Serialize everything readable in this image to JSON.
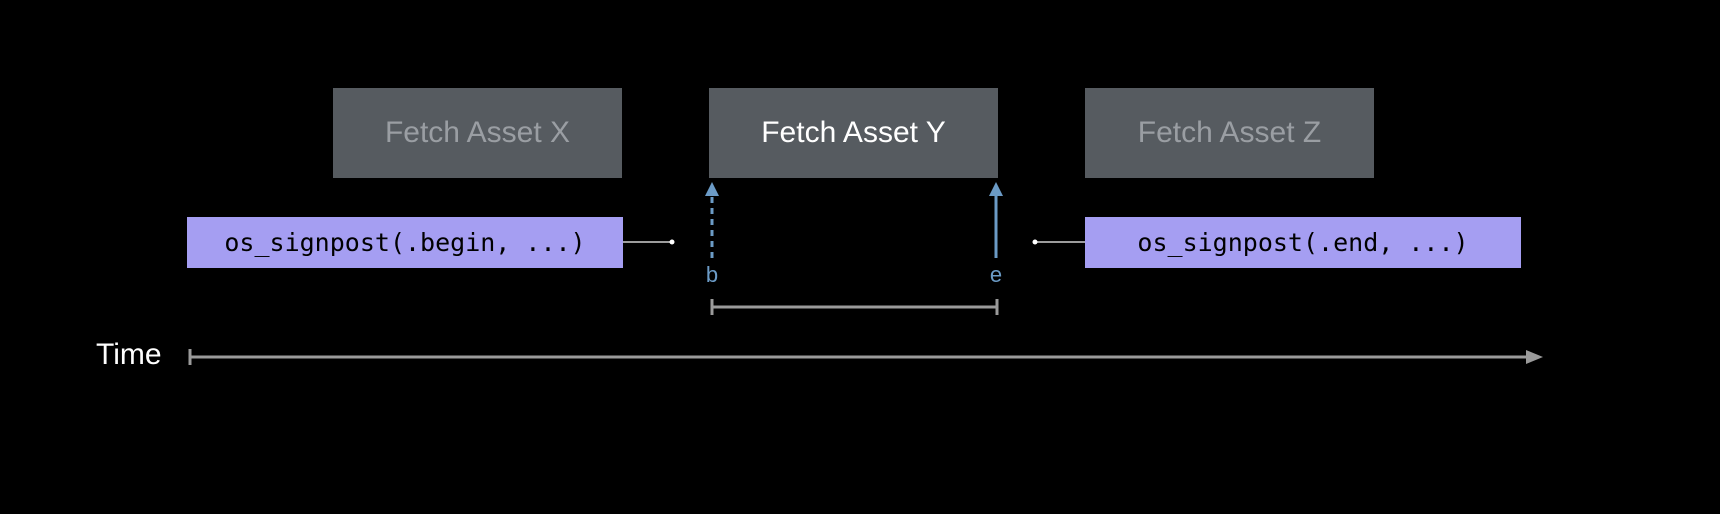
{
  "tasks": [
    {
      "label": "Fetch Asset X",
      "state": "inactive"
    },
    {
      "label": "Fetch Asset Y",
      "state": "active"
    },
    {
      "label": "Fetch Asset Z",
      "state": "inactive"
    }
  ],
  "calls": {
    "begin": "os_signpost(.begin, ...)",
    "end": "os_signpost(.end, ...)"
  },
  "markers": {
    "begin": "b",
    "end": "e"
  },
  "axis": {
    "label": "Time"
  },
  "colors": {
    "background": "#000000",
    "task_box": "#565b60",
    "call_box": "#a59ef2",
    "signpost_arrow": "#6b9bc6",
    "timeline": "#9a9a9a"
  }
}
